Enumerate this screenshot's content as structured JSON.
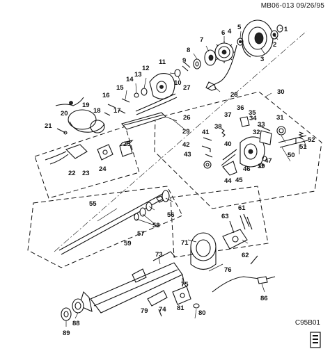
{
  "header": {
    "doc_code": "MB06-013 09/26/95"
  },
  "footer": {
    "figure_code": "C95B01"
  },
  "callouts": [
    "1",
    "2",
    "3",
    "4",
    "5",
    "6",
    "7",
    "8",
    "9",
    "10",
    "11",
    "12",
    "13",
    "14",
    "15",
    "16",
    "17",
    "18",
    "19",
    "20",
    "21",
    "22",
    "23",
    "24",
    "25",
    "26",
    "27",
    "28",
    "29",
    "30",
    "31",
    "32",
    "33",
    "34",
    "35",
    "36",
    "37",
    "38",
    "39",
    "40",
    "41",
    "42",
    "43",
    "44",
    "45",
    "46",
    "47",
    "50",
    "51",
    "52",
    "55",
    "56",
    "57",
    "58",
    "59",
    "61",
    "62",
    "63",
    "71",
    "73",
    "74",
    "75",
    "76",
    "79",
    "80",
    "81",
    "86",
    "88",
    "89"
  ],
  "icons": {
    "footer_icon": "document-stack-icon"
  }
}
